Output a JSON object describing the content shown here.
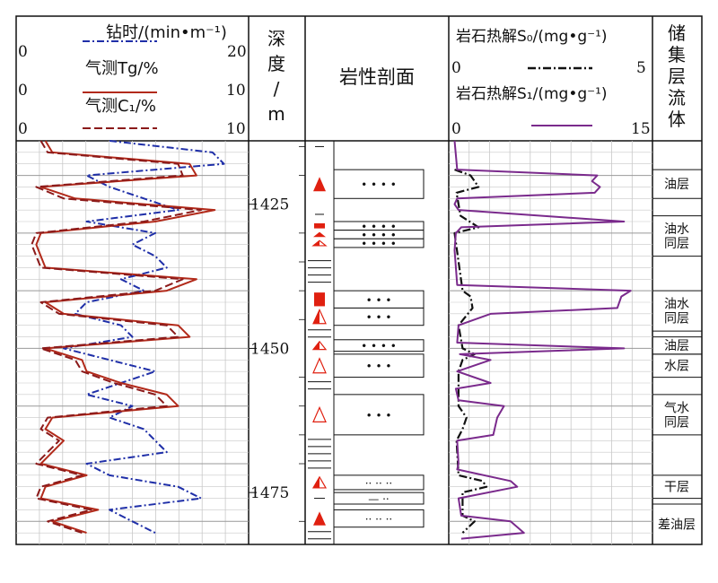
{
  "colors": {
    "rop": "#1f2fa8",
    "tg": "#b22a1a",
    "c1": "#8b1a1a",
    "s0": "#111111",
    "s1": "#7a2a8c",
    "lith_red": "#e02010",
    "grid": "#c8c8c8"
  },
  "headers": {
    "rop": "钻时/(min•m⁻¹)",
    "tg": "气测Tg/%",
    "c1": "气测C₁/%",
    "depth": [
      "深",
      "度",
      "/",
      "m"
    ],
    "lith": "岩性剖面",
    "s0": "岩石热解S₀/(mg•g⁻¹)",
    "s1": "岩石热解S₁/(mg•g⁻¹)",
    "fluid": [
      "储",
      "集",
      "层",
      "流",
      "体"
    ]
  },
  "scales": {
    "rop": {
      "min": "0",
      "max": "20"
    },
    "tg": {
      "min": "0",
      "max": "10"
    },
    "c1": {
      "min": "0",
      "max": "10"
    },
    "s0": {
      "min": "0",
      "max": "5"
    },
    "s1": {
      "min": "0",
      "max": "15"
    }
  },
  "chart_data": {
    "type": "line",
    "depth_range": [
      1414,
      1484
    ],
    "depth_ticks": [
      "1425",
      "1450",
      "1475"
    ],
    "series": [
      {
        "key": "rop",
        "name": "钻时",
        "dash": "8,3,2,3",
        "depth": [
          1414,
          1416,
          1418,
          1420,
          1422,
          1424,
          1426,
          1428,
          1430,
          1432,
          1434,
          1436,
          1438,
          1440,
          1442,
          1444,
          1446,
          1448,
          1450,
          1452,
          1454,
          1456,
          1458,
          1460,
          1462,
          1464,
          1466,
          1468,
          1470,
          1472,
          1474,
          1476,
          1478,
          1480,
          1482
        ],
        "values": [
          8,
          17,
          18,
          6,
          8,
          11,
          14,
          6,
          12,
          10,
          12,
          13,
          9,
          11,
          6,
          5,
          9,
          10,
          4,
          8,
          12,
          9,
          6,
          10,
          8,
          11,
          12,
          13,
          6,
          8,
          14,
          16,
          8,
          10,
          12
        ]
      },
      {
        "key": "tg",
        "name": "气测Tg",
        "dash": "",
        "depth": [
          1414,
          1416,
          1418,
          1420,
          1422,
          1424,
          1426,
          1428,
          1430,
          1432,
          1434,
          1436,
          1438,
          1440,
          1442,
          1444,
          1446,
          1448,
          1450,
          1452,
          1454,
          1456,
          1458,
          1460,
          1462,
          1464,
          1466,
          1468,
          1470,
          1472,
          1474,
          1476,
          1478,
          1480,
          1482
        ],
        "values": [
          1.2,
          1.5,
          7.5,
          7.8,
          1.0,
          2.5,
          8.6,
          6.0,
          1.0,
          0.8,
          1.0,
          1.2,
          7.8,
          6.5,
          1.2,
          2.0,
          7.0,
          7.5,
          1.2,
          2.8,
          3.0,
          4.5,
          6.5,
          7.0,
          1.5,
          1.2,
          2.0,
          1.5,
          1.0,
          3.0,
          1.2,
          1.0,
          3.5,
          1.5,
          3.0
        ]
      },
      {
        "key": "c1",
        "name": "气测C₁",
        "dash": "9,4",
        "depth": [
          1414,
          1416,
          1418,
          1420,
          1422,
          1424,
          1426,
          1428,
          1430,
          1432,
          1434,
          1436,
          1438,
          1440,
          1442,
          1444,
          1446,
          1448,
          1450,
          1452,
          1454,
          1456,
          1458,
          1460,
          1462,
          1464,
          1466,
          1468,
          1470,
          1472,
          1474,
          1476,
          1478,
          1480,
          1482
        ],
        "values": [
          1.0,
          1.3,
          7.0,
          7.2,
          0.8,
          2.0,
          8.0,
          5.5,
          0.8,
          0.6,
          0.8,
          1.0,
          7.2,
          6.0,
          1.0,
          1.8,
          6.5,
          7.0,
          1.0,
          2.5,
          2.8,
          4.2,
          6.0,
          6.5,
          1.3,
          1.0,
          1.8,
          1.3,
          0.8,
          2.8,
          1.0,
          0.8,
          3.2,
          1.3,
          2.8
        ]
      },
      {
        "key": "s0",
        "name": "S0",
        "dash": "9,3,2,3",
        "axis_max": 5,
        "depth": [
          1419,
          1420,
          1422,
          1423,
          1427,
          1429,
          1430,
          1440,
          1441,
          1443,
          1446,
          1450,
          1451,
          1452,
          1454,
          1460,
          1462,
          1464,
          1466,
          1472,
          1473,
          1474,
          1475,
          1479,
          1480,
          1482
        ],
        "values": [
          0.1,
          0.5,
          0.7,
          0.15,
          0.25,
          0.7,
          0.1,
          0.3,
          0.5,
          0.55,
          0.2,
          0.3,
          0.6,
          0.3,
          0.2,
          0.2,
          0.4,
          0.3,
          0.15,
          0.2,
          0.8,
          0.9,
          0.3,
          0.3,
          0.6,
          0.3
        ]
      },
      {
        "key": "s1",
        "name": "S1",
        "dash": "",
        "axis_max": 15,
        "depth": [
          1414,
          1419,
          1420,
          1421,
          1422,
          1423,
          1424,
          1425,
          1426,
          1428,
          1429,
          1430,
          1433,
          1439,
          1440,
          1441,
          1443,
          1444,
          1446,
          1449,
          1450,
          1451,
          1452,
          1454,
          1456,
          1457,
          1459,
          1460,
          1462,
          1465,
          1466,
          1470,
          1471,
          1473,
          1474,
          1476,
          1479,
          1480,
          1482,
          1483
        ],
        "values": [
          0.3,
          0.5,
          11.0,
          10.6,
          11.2,
          10.8,
          0.5,
          0.3,
          0.6,
          13.0,
          0.8,
          0.4,
          0.3,
          0.5,
          13.5,
          12.8,
          12.5,
          3.0,
          0.6,
          0.5,
          13.0,
          0.7,
          3.0,
          0.5,
          3.0,
          0.4,
          0.6,
          4.0,
          3.5,
          3.2,
          0.5,
          0.6,
          0.5,
          4.5,
          5.0,
          0.6,
          0.8,
          4.5,
          5.5,
          0.8
        ]
      }
    ]
  },
  "lithology": [
    {
      "top": 1414,
      "bottom": 1416,
      "sym": "dash",
      "text": ""
    },
    {
      "top": 1419,
      "bottom": 1424,
      "sym": "tri_full",
      "text": "• • • •"
    },
    {
      "top": 1426,
      "bottom": 1427.5,
      "sym": "dash",
      "text": ""
    },
    {
      "top": 1428,
      "bottom": 1429.5,
      "sym": "rect_full",
      "text": "• • • •"
    },
    {
      "top": 1429.5,
      "bottom": 1431,
      "sym": "tri_full",
      "text": "• • • •"
    },
    {
      "top": 1431,
      "bottom": 1432.5,
      "sym": "tri_half",
      "text": "• • • •"
    },
    {
      "top": 1434,
      "bottom": 1440,
      "sym": "hlines",
      "text": ""
    },
    {
      "top": 1440,
      "bottom": 1443,
      "sym": "rect_full",
      "text": "• • •"
    },
    {
      "top": 1443,
      "bottom": 1446,
      "sym": "tri_half",
      "text": "• • •"
    },
    {
      "top": 1446,
      "bottom": 1448.5,
      "sym": "hlines",
      "text": ""
    },
    {
      "top": 1448.5,
      "bottom": 1450.5,
      "sym": "tri_half",
      "text": "• • • •"
    },
    {
      "top": 1451,
      "bottom": 1455,
      "sym": "tri_empty",
      "text": "• • •"
    },
    {
      "top": 1455,
      "bottom": 1458,
      "sym": "hlines",
      "text": ""
    },
    {
      "top": 1458,
      "bottom": 1465,
      "sym": "tri_empty",
      "text": "• • •"
    },
    {
      "top": 1465,
      "bottom": 1472,
      "sym": "hlines",
      "text": ""
    },
    {
      "top": 1472,
      "bottom": 1474.5,
      "sym": "tri_half",
      "text": "·· ·· ··"
    },
    {
      "top": 1475,
      "bottom": 1477,
      "sym": "line_dots",
      "text": "—   ··"
    },
    {
      "top": 1478,
      "bottom": 1481,
      "sym": "tri_full",
      "text": "·· ·· ··"
    },
    {
      "top": 1481,
      "bottom": 1484,
      "sym": "hlines",
      "text": ""
    }
  ],
  "fluid": [
    {
      "top": 1419,
      "bottom": 1424,
      "label": "油层"
    },
    {
      "top": 1427,
      "bottom": 1434,
      "label": "油水\n同层"
    },
    {
      "top": 1440,
      "bottom": 1447,
      "label": "油水\n同层"
    },
    {
      "top": 1448,
      "bottom": 1451,
      "label": "油层"
    },
    {
      "top": 1451,
      "bottom": 1455,
      "label": "水层"
    },
    {
      "top": 1458,
      "bottom": 1465,
      "label": "气水\n同层"
    },
    {
      "top": 1472,
      "bottom": 1476,
      "label": "干层"
    },
    {
      "top": 1477,
      "bottom": 1484,
      "label": "差油层"
    }
  ]
}
